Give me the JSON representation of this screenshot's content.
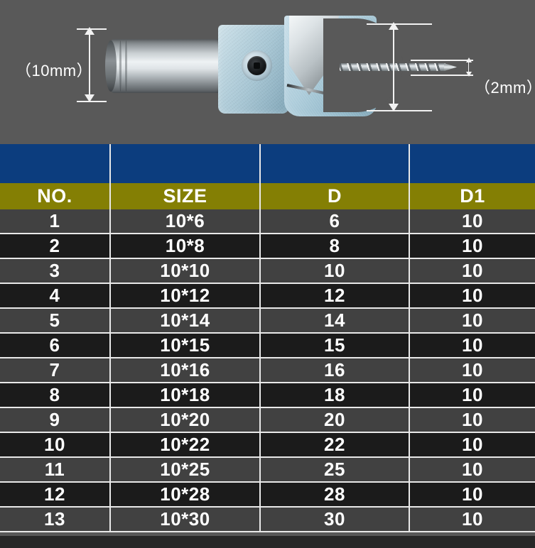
{
  "product_image": {
    "alt_name": "countersink-plug-cutter-drill-bit",
    "dimension_labels": {
      "shank_diameter": "（10mm）",
      "drill_diameter": "（2mm）"
    },
    "parts": {
      "shank": "steel-shank",
      "head": "cutter-head",
      "set_screw": "hex-set-screw",
      "drill": "twist-drill-bit",
      "carbide": "carbide-cutting-tip"
    }
  },
  "table": {
    "banner": {
      "text": ""
    },
    "columns": [
      "NO.",
      "SIZE",
      "D",
      "D1"
    ],
    "rows": [
      {
        "no": "1",
        "size": "10*6",
        "d": "6",
        "d1": "10"
      },
      {
        "no": "2",
        "size": "10*8",
        "d": "8",
        "d1": "10"
      },
      {
        "no": "3",
        "size": "10*10",
        "d": "10",
        "d1": "10"
      },
      {
        "no": "4",
        "size": "10*12",
        "d": "12",
        "d1": "10"
      },
      {
        "no": "5",
        "size": "10*14",
        "d": "14",
        "d1": "10"
      },
      {
        "no": "6",
        "size": "10*15",
        "d": "15",
        "d1": "10"
      },
      {
        "no": "7",
        "size": "10*16",
        "d": "16",
        "d1": "10"
      },
      {
        "no": "8",
        "size": "10*18",
        "d": "18",
        "d1": "10"
      },
      {
        "no": "9",
        "size": "10*20",
        "d": "20",
        "d1": "10"
      },
      {
        "no": "10",
        "size": "10*22",
        "d": "22",
        "d1": "10"
      },
      {
        "no": "11",
        "size": "10*25",
        "d": "25",
        "d1": "10"
      },
      {
        "no": "12",
        "size": "10*28",
        "d": "28",
        "d1": "10"
      },
      {
        "no": "13",
        "size": "10*30",
        "d": "30",
        "d1": "10"
      }
    ]
  },
  "colors": {
    "background": "#585858",
    "banner_blue": "#0c3d7e",
    "header_olive": "#847f04",
    "row_light": "#414141",
    "row_dark": "#1b1b1b",
    "grid_line": "#e9e9e9",
    "text": "#ffffff"
  }
}
